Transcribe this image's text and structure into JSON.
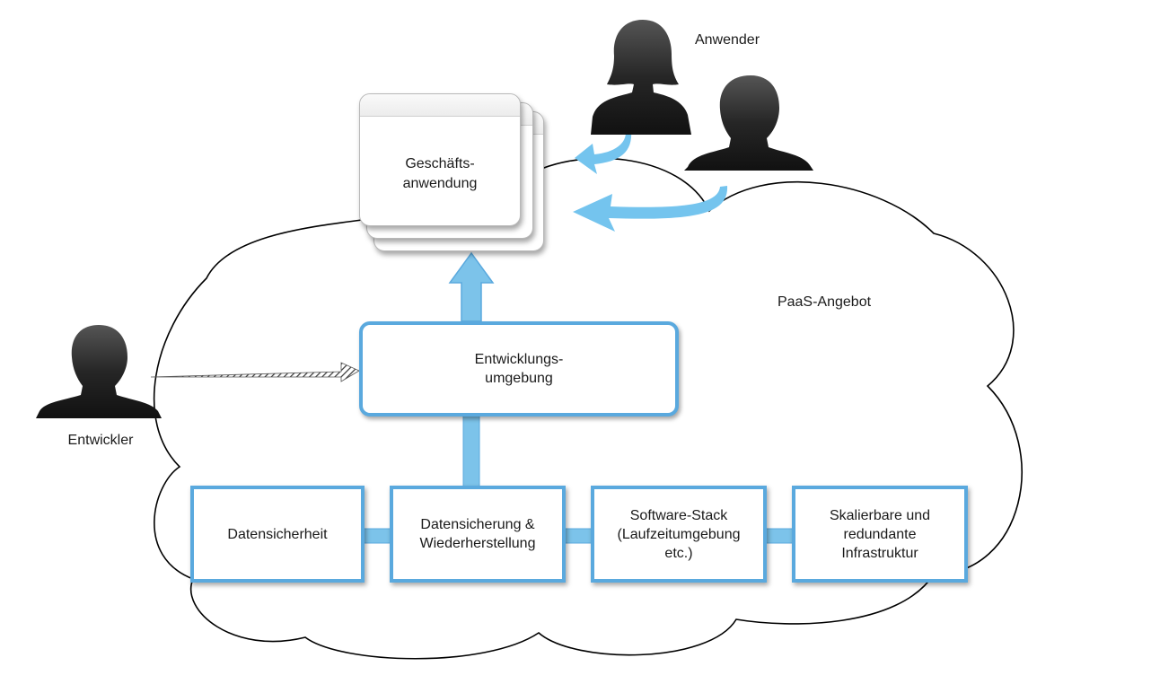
{
  "labels": {
    "business_app": "Geschäfts-\nanwendung",
    "users": "Anwender",
    "paas": "PaaS-Angebot",
    "developer": "Entwickler",
    "dev_env": "Entwicklungs-\numgebung"
  },
  "components": [
    "Datensicherheit",
    "Datensicherung &\nWiederherstellung",
    "Software-Stack\n(Laufzeitumgebung\netc.)",
    "Skalierbare und\nredundante\nInfrastruktur"
  ],
  "colors": {
    "accent": "#5aa9de",
    "arrow_blue": "#74c4ee",
    "person": "#1c1c1c",
    "outline": "#000000"
  },
  "icons": {
    "person": "person-silhouette-icon",
    "window": "application-window-icon"
  }
}
